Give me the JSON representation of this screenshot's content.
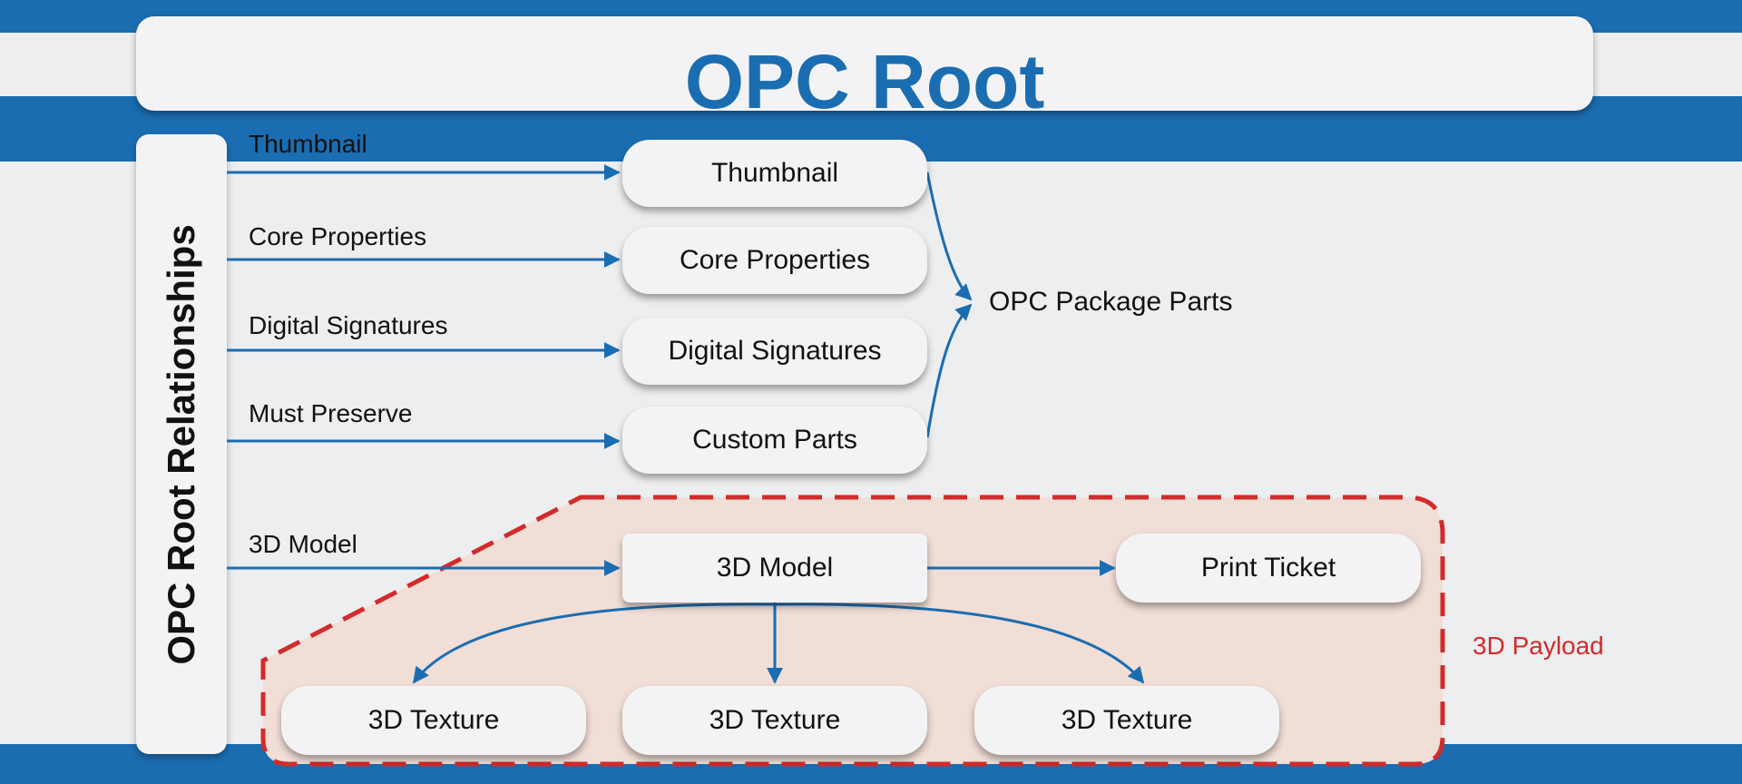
{
  "title": "OPC Root",
  "relationships_title": "OPC Root Relationships",
  "edge_labels": [
    "Thumbnail",
    "Core Properties",
    "Digital Signatures",
    "Must Preserve",
    "3D Model"
  ],
  "parts": [
    "Thumbnail",
    "Core Properties",
    "Digital Signatures",
    "Custom Parts"
  ],
  "package_parts_label": "OPC Package Parts",
  "model_node": "3D Model",
  "print_ticket": "Print Ticket",
  "textures": [
    "3D Texture",
    "3D Texture",
    "3D Texture"
  ],
  "payload_label": "3D Payload",
  "colors": {
    "band": "#1b6db1",
    "title": "#1b6db1",
    "arrow": "#1b6db1",
    "payload_border": "#d22b2b",
    "payload_fill": "#f1ded6"
  }
}
